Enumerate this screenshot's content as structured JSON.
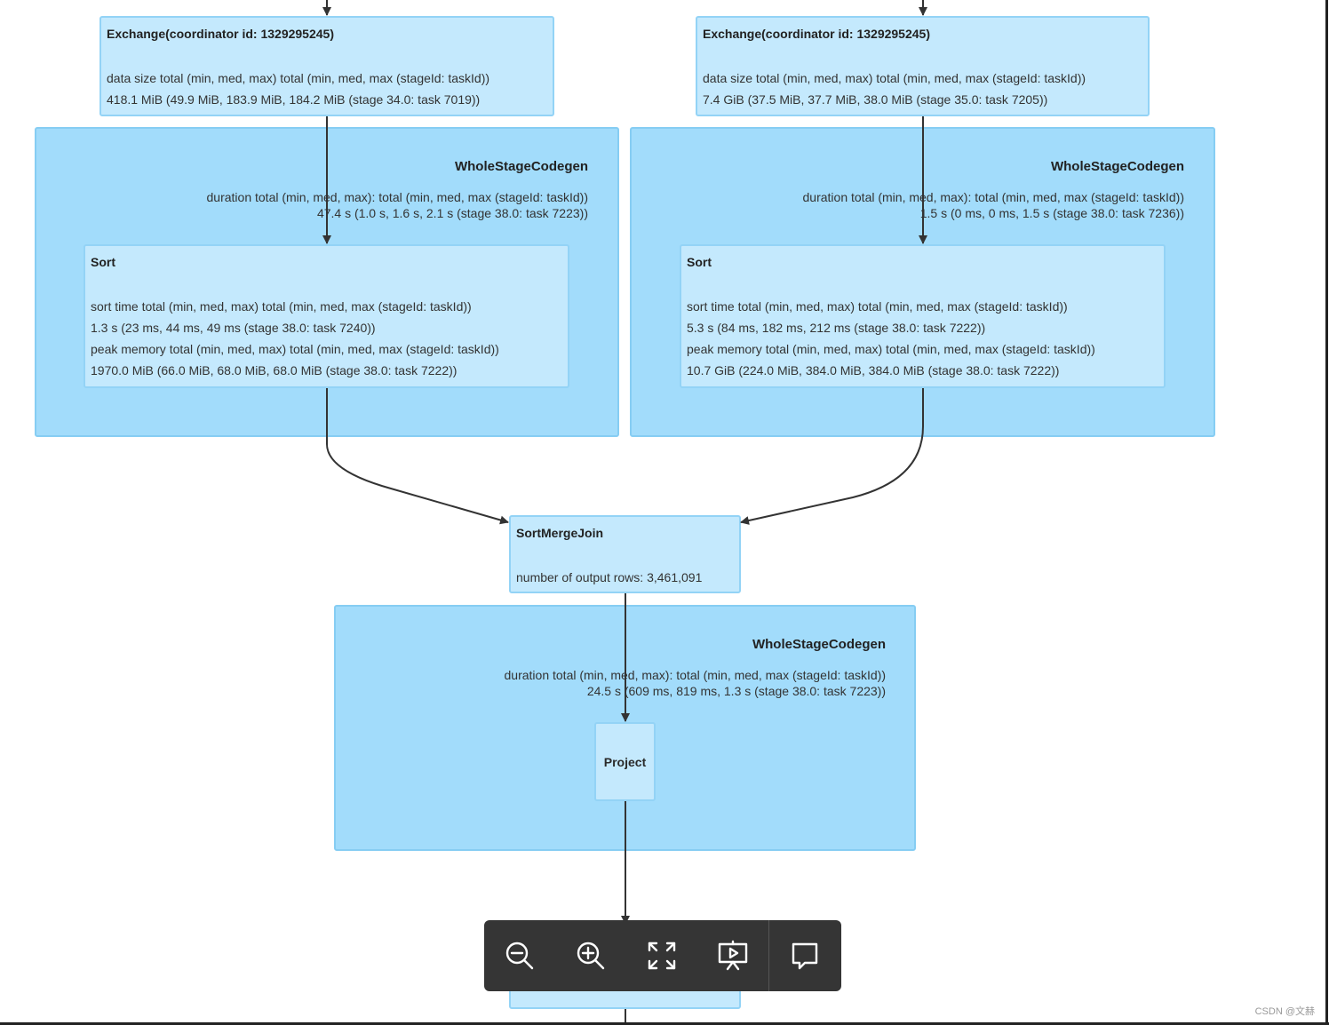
{
  "nodes": {
    "exchange_left": {
      "title": "Exchange(coordinator id: 1329295245)",
      "line1": "data size total (min, med, max) total (min, med, max (stageId: taskId))",
      "line2": "418.1 MiB (49.9 MiB, 183.9 MiB, 184.2 MiB (stage 34.0: task 7019))"
    },
    "exchange_right": {
      "title": "Exchange(coordinator id: 1329295245)",
      "line1": "data size total (min, med, max) total (min, med, max (stageId: taskId))",
      "line2": "7.4 GiB (37.5 MiB, 37.7 MiB, 38.0 MiB (stage 35.0: task 7205))"
    },
    "wsc_left": {
      "title": "WholeStageCodegen",
      "line1": "duration total (min, med, max): total (min, med, max (stageId: taskId))",
      "line2": "47.4 s (1.0 s, 1.6 s, 2.1 s (stage 38.0: task 7223))"
    },
    "wsc_right": {
      "title": "WholeStageCodegen",
      "line1": "duration total (min, med, max): total (min, med, max (stageId: taskId))",
      "line2": "1.5 s (0 ms, 0 ms, 1.5 s (stage 38.0: task 7236))"
    },
    "sort_left": {
      "title": "Sort",
      "line1": "sort time total (min, med, max) total (min, med, max (stageId: taskId))",
      "line2": "1.3 s (23 ms, 44 ms, 49 ms (stage 38.0: task 7240))",
      "line3": "peak memory total (min, med, max) total (min, med, max (stageId: taskId))",
      "line4": "1970.0 MiB (66.0 MiB, 68.0 MiB, 68.0 MiB (stage 38.0: task 7222))"
    },
    "sort_right": {
      "title": "Sort",
      "line1": "sort time total (min, med, max) total (min, med, max (stageId: taskId))",
      "line2": "5.3 s (84 ms, 182 ms, 212 ms (stage 38.0: task 7222))",
      "line3": "peak memory total (min, med, max) total (min, med, max (stageId: taskId))",
      "line4": "10.7 GiB (224.0 MiB, 384.0 MiB, 384.0 MiB (stage 38.0: task 7222))"
    },
    "smj": {
      "title": "SortMergeJoin",
      "line1": "number of output rows: 3,461,091"
    },
    "wsc_bottom": {
      "title": "WholeStageCodegen",
      "line1": "duration total (min, med, max): total (min, med, max (stageId: taskId))",
      "line2": "24.5 s (609 ms, 819 ms, 1.3 s (stage 38.0: task 7223))"
    },
    "project": {
      "title": "Project"
    }
  },
  "toolbar": {
    "icons": [
      "zoom-out-icon",
      "zoom-in-icon",
      "fullscreen-icon",
      "slideshow-icon",
      "comment-icon"
    ]
  },
  "watermark": "CSDN @文赫",
  "colors": {
    "cluster_fill": "#a2dcfb",
    "node_fill": "#c4e9fd",
    "edge": "#333333",
    "toolbar": "#353535"
  }
}
